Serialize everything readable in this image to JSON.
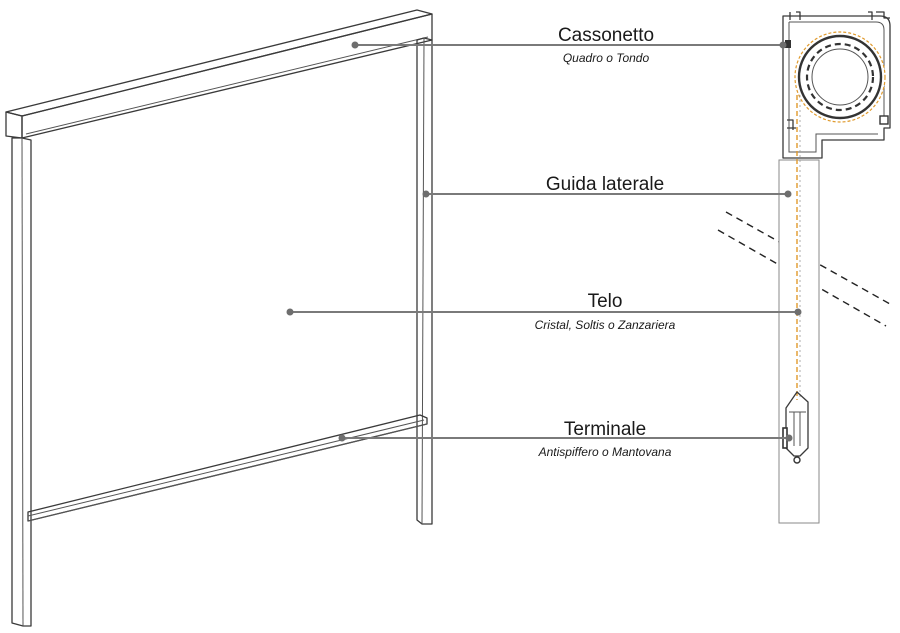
{
  "callouts": [
    {
      "id": "cassonetto",
      "title": "Cassonetto",
      "subtitle": "Quadro o Tondo"
    },
    {
      "id": "guida",
      "title": "Guida laterale",
      "subtitle": ""
    },
    {
      "id": "telo",
      "title": "Telo",
      "subtitle": "Cristal, Soltis o Zanzariera"
    },
    {
      "id": "terminale",
      "title": "Terminale",
      "subtitle": "Antispiffero o Mantovana"
    }
  ],
  "colors": {
    "line": "#3a3a3a",
    "leader": "#7a7a7a",
    "fabric_cord": "#e09a2c"
  }
}
